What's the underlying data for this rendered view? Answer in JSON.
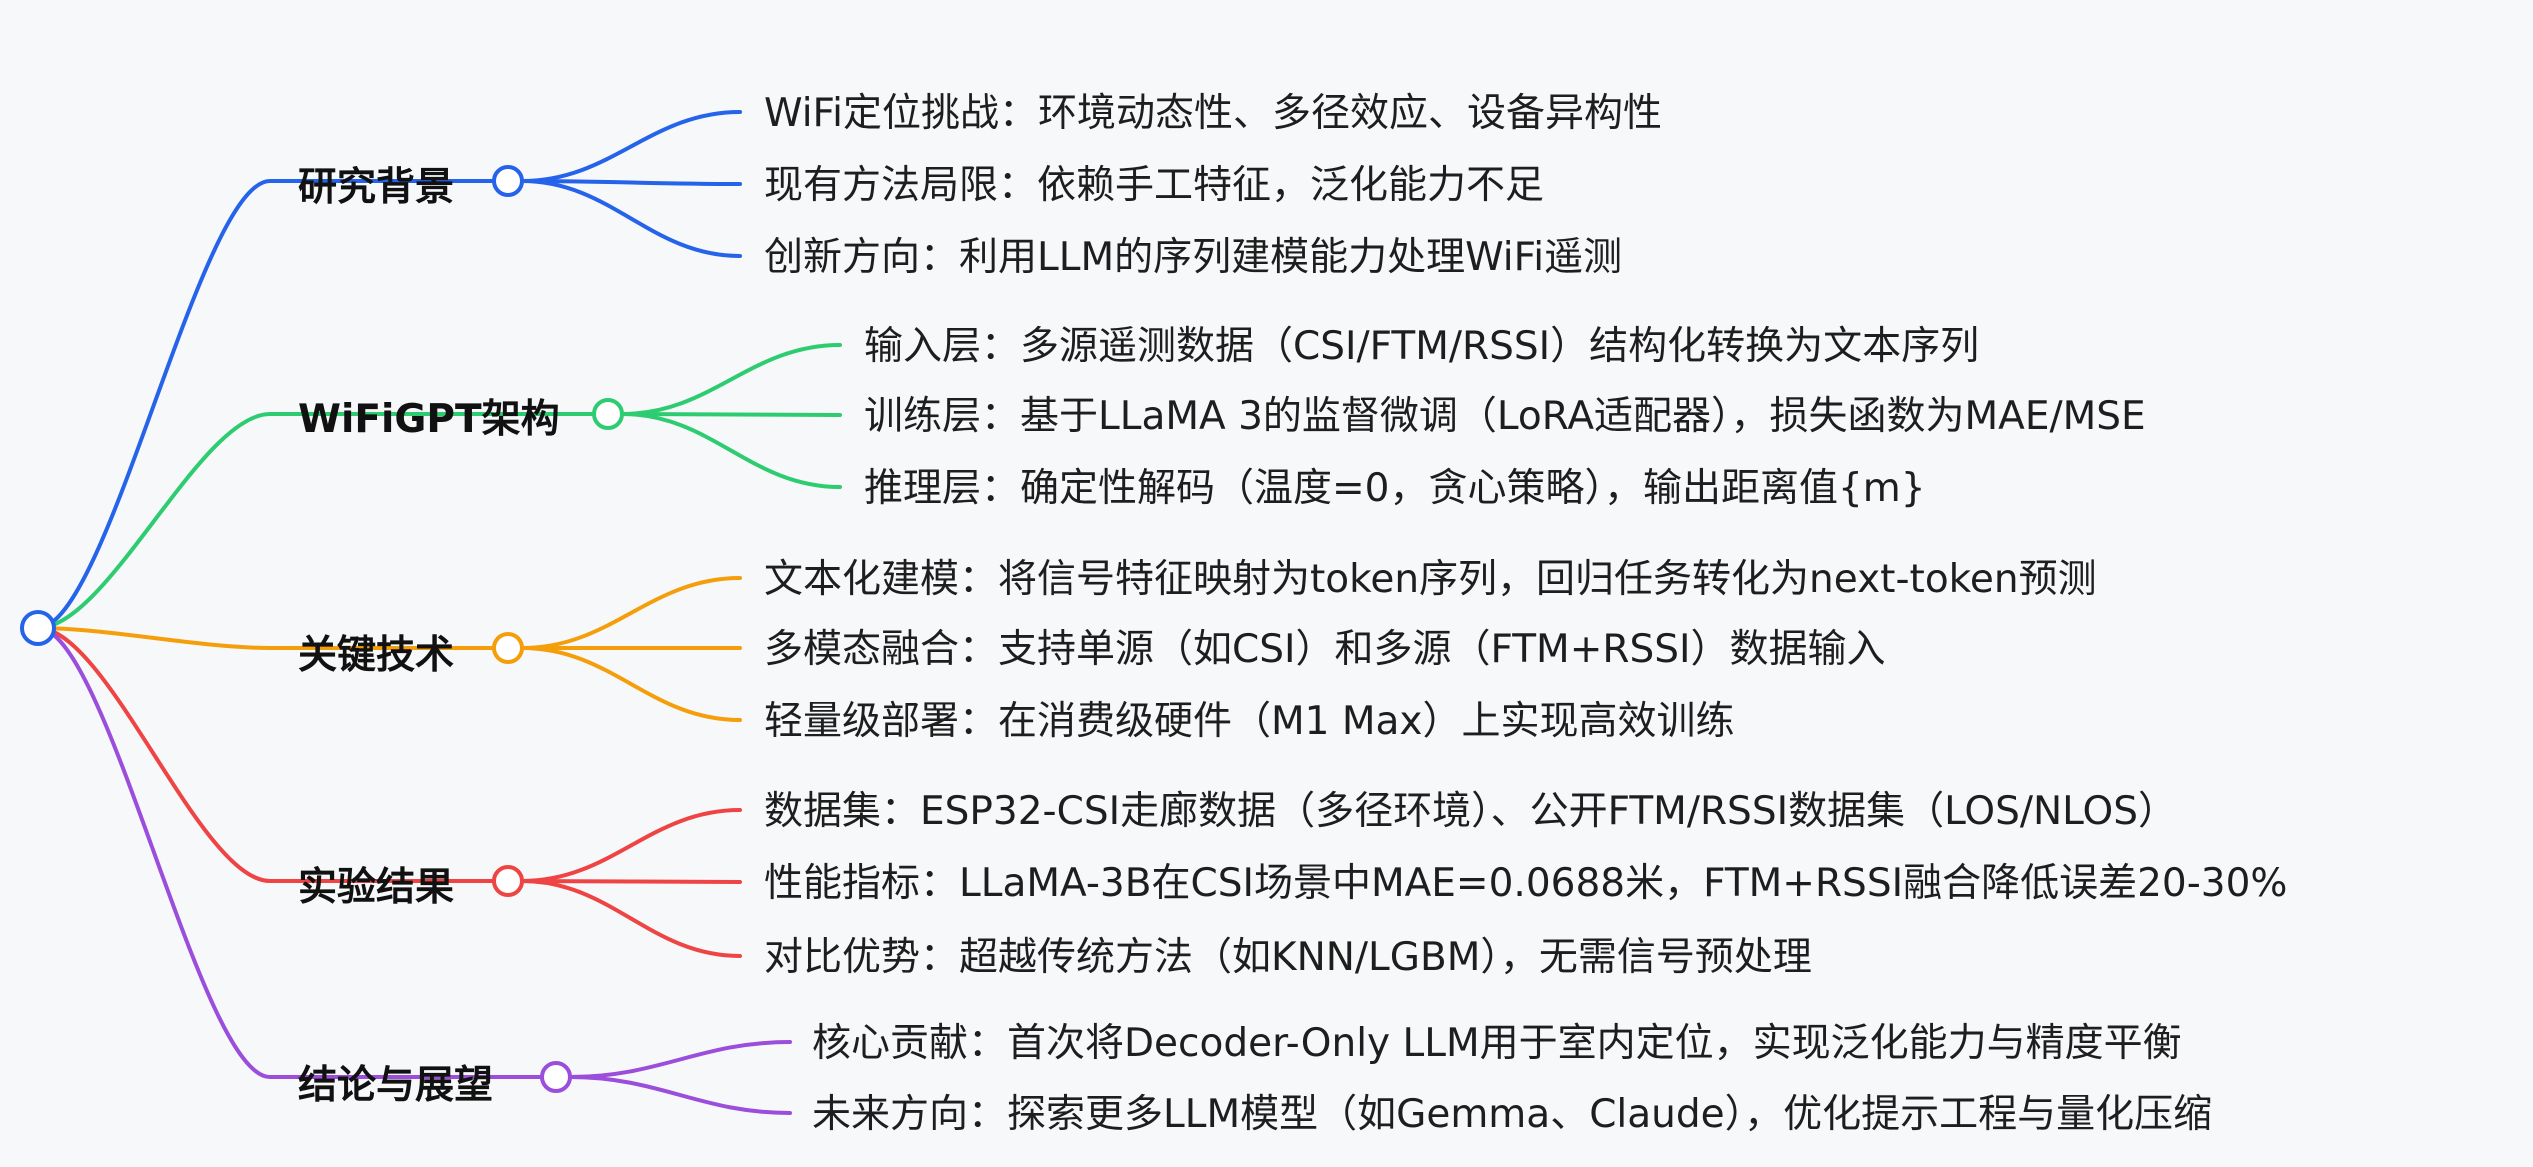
{
  "colors": {
    "background": "#f7f8fa",
    "root": "#2563eb",
    "branch_1": "#2563eb",
    "branch_2": "#2ecc71",
    "branch_3": "#f59e0b",
    "branch_4": "#ef4444",
    "branch_5": "#9b4ddb"
  },
  "root": {
    "label": ""
  },
  "branches": [
    {
      "label": "研究背景",
      "color": "#2563eb",
      "children": [
        "WiFi定位挑战：环境动态性、多径效应、设备异构性",
        "现有方法局限：依赖手工特征，泛化能力不足",
        "创新方向：利用LLM的序列建模能力处理WiFi遥测"
      ]
    },
    {
      "label": "WiFiGPT架构",
      "color": "#2ecc71",
      "children": [
        "输入层：多源遥测数据（CSI/FTM/RSSI）结构化转换为文本序列",
        "训练层：基于LLaMA 3的监督微调（LoRA适配器），损失函数为MAE/MSE",
        "推理层：确定性解码（温度=0，贪心策略），输出距离值{m}"
      ]
    },
    {
      "label": "关键技术",
      "color": "#f59e0b",
      "children": [
        "文本化建模：将信号特征映射为token序列，回归任务转化为next-token预测",
        "多模态融合：支持单源（如CSI）和多源（FTM+RSSI）数据输入",
        "轻量级部署：在消费级硬件（M1 Max）上实现高效训练"
      ]
    },
    {
      "label": "实验结果",
      "color": "#ef4444",
      "children": [
        "数据集：ESP32-CSI走廊数据（多径环境）、公开FTM/RSSI数据集（LOS/NLOS）",
        "性能指标：LLaMA-3B在CSI场景中MAE=0.0688米，FTM+RSSI融合降低误差20-30%",
        "对比优势：超越传统方法（如KNN/LGBM），无需信号预处理"
      ]
    },
    {
      "label": "结论与展望",
      "color": "#9b4ddb",
      "children": [
        "核心贡献：首次将Decoder-Only LLM用于室内定位，实现泛化能力与精度平衡",
        "未来方向：探索更多LLM模型（如Gemma、Claude），优化提示工程与量化压缩"
      ]
    }
  ]
}
